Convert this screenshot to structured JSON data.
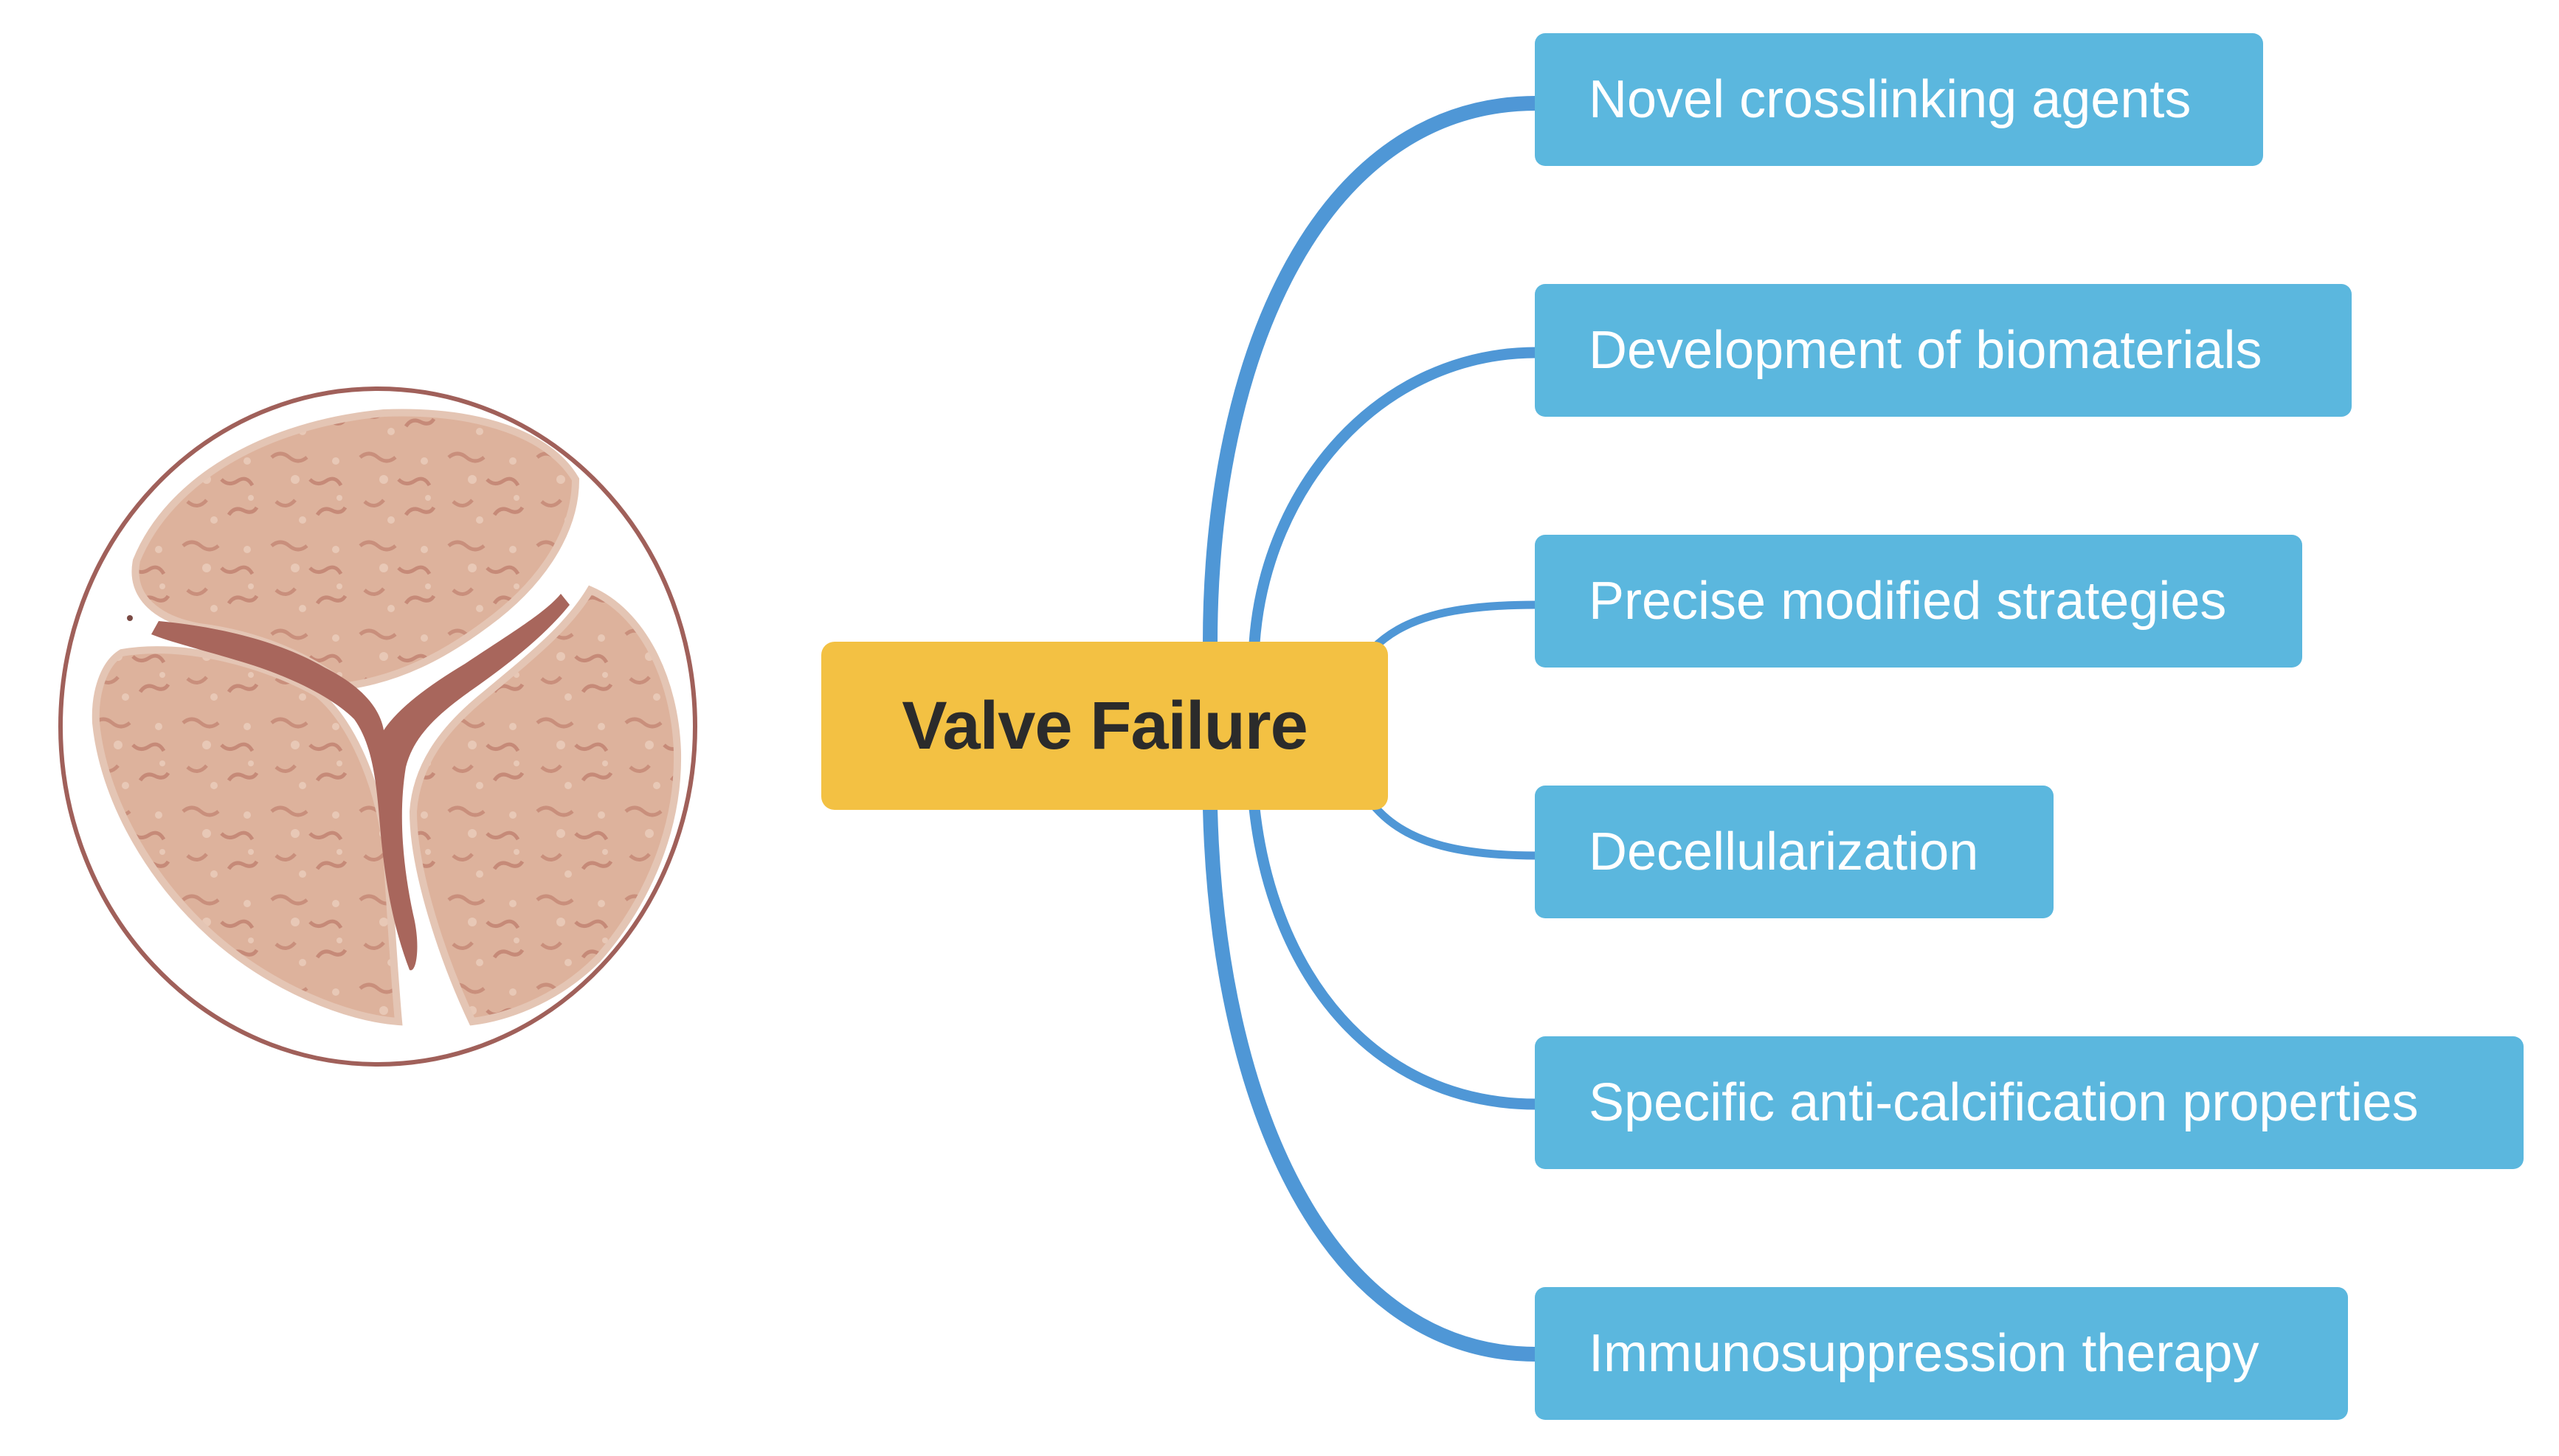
{
  "diagram": {
    "center": {
      "label": "Valve Failure"
    },
    "branches": [
      {
        "label": "Novel crosslinking agents"
      },
      {
        "label": "Development of biomaterials"
      },
      {
        "label": "Precise modified strategies"
      },
      {
        "label": "Decellularization"
      },
      {
        "label": "Specific anti-calcification properties"
      },
      {
        "label": "Immunosuppression therapy"
      }
    ],
    "colors": {
      "center_fill": "#f3c143",
      "branch_fill": "#5bb7de",
      "connector": "#4f97d6",
      "valve_outline": "#a0605a",
      "leaflet_fill": "#dcb09a",
      "commissure": "#a8665c"
    }
  }
}
